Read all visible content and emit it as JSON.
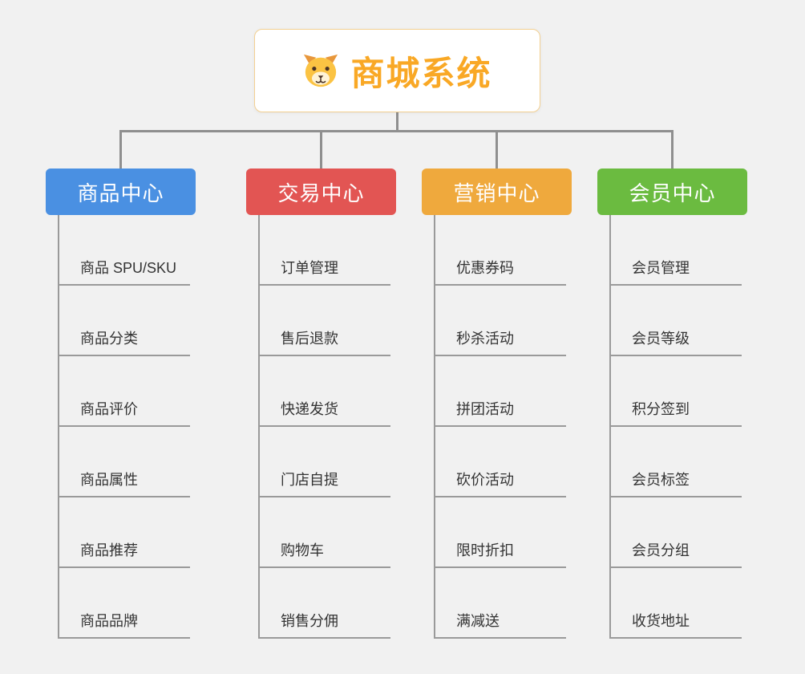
{
  "page": {
    "background": "#f1f1f1",
    "connector_color": "#8f8f8f"
  },
  "root": {
    "title": "商城系统",
    "icon": "dog-face-icon",
    "text_color": "#f9a825",
    "border_color": "#f3d092",
    "background": "#ffffff"
  },
  "branches": [
    {
      "label": "商品中心",
      "color": "#4a90e2",
      "items": [
        "商品 SPU/SKU",
        "商品分类",
        "商品评价",
        "商品属性",
        "商品推荐",
        "商品品牌"
      ]
    },
    {
      "label": "交易中心",
      "color": "#e25553",
      "items": [
        "订单管理",
        "售后退款",
        "快递发货",
        "门店自提",
        "购物车",
        "销售分佣"
      ]
    },
    {
      "label": "营销中心",
      "color": "#efa93d",
      "items": [
        "优惠券码",
        "秒杀活动",
        "拼团活动",
        "砍价活动",
        "限时折扣",
        "满减送"
      ]
    },
    {
      "label": "会员中心",
      "color": "#6bbb40",
      "items": [
        "会员管理",
        "会员等级",
        "积分签到",
        "会员标签",
        "会员分组",
        "收货地址"
      ]
    }
  ]
}
